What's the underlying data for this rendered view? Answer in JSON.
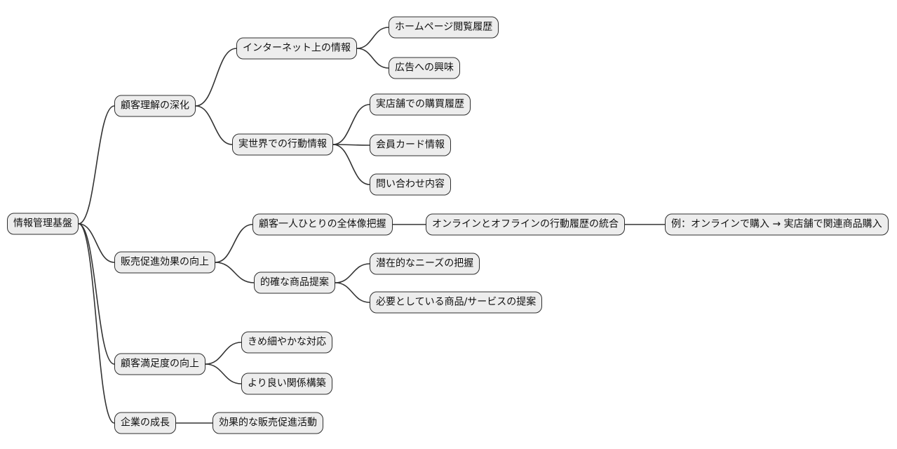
{
  "diagram": {
    "type": "mindmap",
    "theme": {
      "background": "#ffffff",
      "node_fill": "#ededed",
      "node_border": "#2e2e2e",
      "edge_color": "#333333",
      "text_color": "#111111"
    }
  },
  "tree": {
    "label": "情報管理基盤",
    "children": [
      {
        "label": "顧客理解の深化",
        "children": [
          {
            "label": "インターネット上の情報",
            "children": [
              {
                "label": "ホームページ閲覧履歴"
              },
              {
                "label": "広告への興味"
              }
            ]
          },
          {
            "label": "実世界での行動情報",
            "children": [
              {
                "label": "実店舗での購買履歴"
              },
              {
                "label": "会員カード情報"
              },
              {
                "label": "問い合わせ内容"
              }
            ]
          }
        ]
      },
      {
        "label": "販売促進効果の向上",
        "children": [
          {
            "label": "顧客一人ひとりの全体像把握",
            "children": [
              {
                "label": "オンラインとオフラインの行動履歴の統合",
                "children": [
                  {
                    "label": "例：オンラインで購入 → 実店舗で関連商品購入"
                  }
                ]
              }
            ]
          },
          {
            "label": "的確な商品提案",
            "children": [
              {
                "label": "潜在的なニーズの把握"
              },
              {
                "label": "必要としている商品/サービスの提案"
              }
            ]
          }
        ]
      },
      {
        "label": "顧客満足度の向上",
        "children": [
          {
            "label": "きめ細やかな対応"
          },
          {
            "label": "より良い関係構築"
          }
        ]
      },
      {
        "label": "企業の成長",
        "children": [
          {
            "label": "効果的な販売促進活動"
          }
        ]
      }
    ]
  }
}
